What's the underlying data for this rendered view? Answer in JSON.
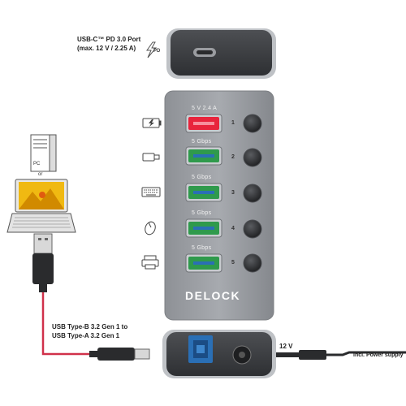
{
  "top_module": {
    "port_label_line1": "USB-C™ PD 3.0 Port",
    "port_label_line2": "(max. 12 V / 2.25 A)",
    "pd_text": "PD"
  },
  "hub": {
    "brand": "DELOCK",
    "ports": [
      {
        "number": "1",
        "speed": "5 V 2.4 A",
        "color": "#e8243c",
        "device_icon": "battery-charging-icon"
      },
      {
        "number": "2",
        "speed": "5 Gbps",
        "color": "#2f9a4c",
        "device_icon": "usb-stick-icon"
      },
      {
        "number": "3",
        "speed": "5 Gbps",
        "color": "#2f9a4c",
        "device_icon": "keyboard-icon"
      },
      {
        "number": "4",
        "speed": "5 Gbps",
        "color": "#2f9a4c",
        "device_icon": "mouse-icon"
      },
      {
        "number": "5",
        "speed": "5 Gbps",
        "color": "#2f9a4c",
        "device_icon": "printer-icon"
      }
    ]
  },
  "computer": {
    "pc_label": "PC",
    "or_label": "or"
  },
  "cable": {
    "label_line1": "USB Type-B 3.2 Gen 1 to",
    "label_line2": "USB Type-A 3.2 Gen 1",
    "color": "#d0314a"
  },
  "power": {
    "voltage_label": "12 V",
    "supply_label": "incl. Power supply"
  }
}
